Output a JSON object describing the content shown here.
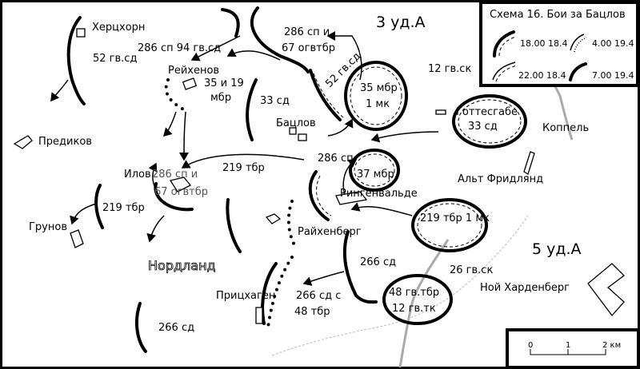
{
  "legend": {
    "title": "Схема 16. Бои за Бацлов",
    "items": [
      {
        "style": "thick-with-dashed",
        "label": "18.00 18.4"
      },
      {
        "style": "dotted",
        "label": "4.00 19.4"
      },
      {
        "style": "thin-with-dashed",
        "label": "22.00 18.4"
      },
      {
        "style": "thick",
        "label": "7.00 19.4"
      }
    ]
  },
  "scale": {
    "ticks": [
      "0",
      "1",
      "2 км"
    ]
  },
  "labels": {
    "herzhorn": "Херцхорн",
    "gv52_west": "52 гв.сд",
    "sp286_94": "286 сп 94 гв.сд",
    "reichenow": "Рейхенов",
    "mbr35_19_a": "35 и 19",
    "mbr35_19_b": "мбр",
    "predikow": "Предиков",
    "sd33": "33 сд",
    "sp286_67_a": "286 сп и",
    "sp286_67_b": "67 огвтбр",
    "army3": "3 уд.А",
    "gv52_rot": "52 гв.сд",
    "mbr35_a": "35 мбр",
    "mbr35_b": "1 мк",
    "gvsk12": "12 гв.ск",
    "gottesgabe": "Готтесгабе",
    "sd33_east": "33 сд",
    "koppel": "Коппель",
    "batzlow": "Бацлов",
    "sp286": "286 сп",
    "mbr37": "37 мбр",
    "ringenwalde": "Рингенвальде",
    "alt_friedland": "Альт Фридлянд",
    "tbr219_mid": "219 тбр",
    "ilow": "Илов",
    "sp286_ilow_a": "286 сп и",
    "sp286_ilow_b": "67 огвтбр",
    "tbr219_west": "219 тбр",
    "grunow": "Грунов",
    "reichenberg": "Райхенберг",
    "tbr219_mk": "219 тбр 1 мк",
    "nordland": "Нордланд",
    "sd266": "266 сд",
    "army5": "5 уд.А",
    "gvsk26": "26 гв.ск",
    "neu_hardenberg": "Ной Харденберг",
    "sd266_48_a": "266 сд с",
    "sd266_48_b": "48 тбр",
    "prötzel": "Прицхаген",
    "gvtbr48_a": "48 гв.тбр",
    "gvtbr48_b": "12 гв.тк",
    "sd266_sw": "266 сд"
  }
}
